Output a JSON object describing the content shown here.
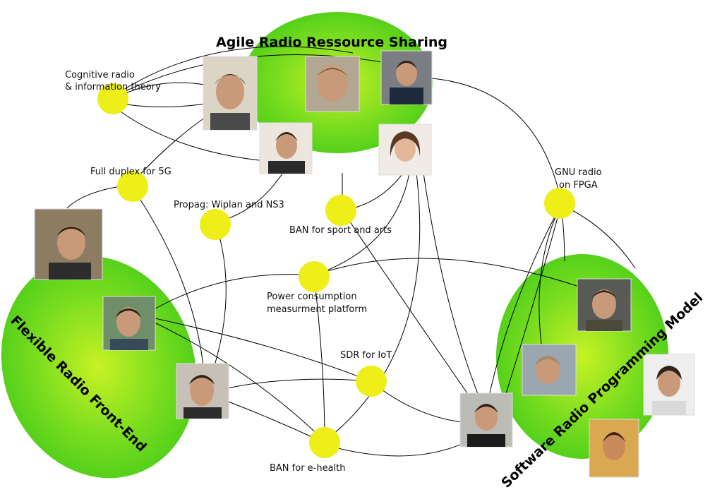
{
  "groups": {
    "agile": {
      "title": "Agile Radio Ressource Sharing"
    },
    "flexible": {
      "title": "Flexible Radio Front-End"
    },
    "software": {
      "title": "Software Radio Programming Model"
    }
  },
  "topics": {
    "cognitive": {
      "line1": "Cognitive radio",
      "line2": "& information theory"
    },
    "fullduplex": {
      "line1": "Full duplex for 5G"
    },
    "propag": {
      "line1": "Propag: Wiplan and NS3"
    },
    "ban_sport": {
      "line1": "BAN for sport and arts"
    },
    "power": {
      "line1": "Power consumption",
      "line2": "measurment platform"
    },
    "sdr_iot": {
      "line1": "SDR for IoT"
    },
    "ban_health": {
      "line1": "BAN for e-health"
    },
    "gnu": {
      "line1": "GNU radio",
      "line2": "on FPGA"
    }
  },
  "colors": {
    "group_fill": "#5ed31c",
    "group_center": "#b5ef22",
    "topic_dot": "#eeee18",
    "edge": "#000000"
  }
}
